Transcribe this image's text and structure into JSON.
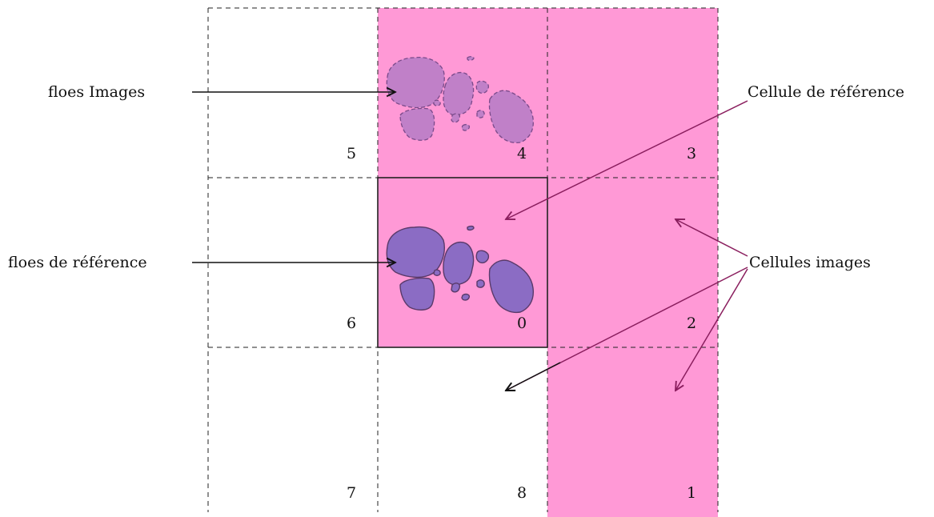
{
  "labels": {
    "image_floes": "floes Images",
    "reference_floes": "floes de référence",
    "reference_cell": "Cellule de référence",
    "image_cells": "Cellules images"
  },
  "cell_numbers": {
    "c5": "5",
    "c4": "4",
    "c3": "3",
    "c6": "6",
    "c0": "0",
    "c2": "2",
    "c7": "7",
    "c8": "8",
    "c1": "1"
  },
  "colors": {
    "cell_fill": "#ff99d6",
    "floe_reference": "#8b6cc4",
    "floe_image": "#c080c8",
    "arrow_purple": "#8a1e5e",
    "grid_line": "#222222"
  }
}
